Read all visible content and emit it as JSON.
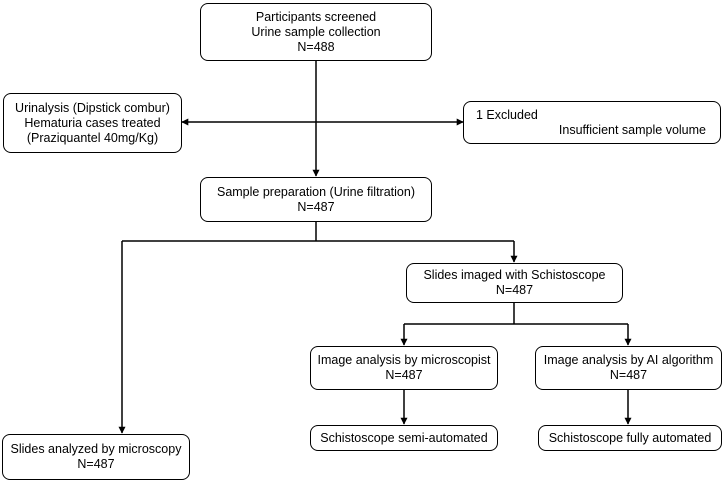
{
  "nodes": {
    "participants": {
      "lines": [
        "Participants screened",
        "Urine sample collection",
        "N=488"
      ]
    },
    "urinalysis": {
      "lines": [
        "Urinalysis (Dipstick combur)",
        "Hematuria cases treated",
        "(Praziquantel 40mg/Kg)"
      ]
    },
    "excluded": {
      "lines": [
        "1 Excluded",
        "Insufficient sample volume"
      ]
    },
    "sample_prep": {
      "lines": [
        "Sample preparation (Urine filtration)",
        "N=487"
      ]
    },
    "slides_imaged": {
      "lines": [
        "Slides imaged with Schistoscope",
        "N=487"
      ]
    },
    "microscopist": {
      "lines": [
        "Image analysis by microscopist",
        "N=487"
      ]
    },
    "ai_algorithm": {
      "lines": [
        "Image analysis by AI algorithm",
        "N=487"
      ]
    },
    "microscopy": {
      "lines": [
        "Slides analyzed by microscopy",
        "N=487"
      ]
    },
    "semi_auto": {
      "lines": [
        "Schistoscope semi-automated"
      ]
    },
    "fully_auto": {
      "lines": [
        "Schistoscope fully automated"
      ]
    }
  }
}
